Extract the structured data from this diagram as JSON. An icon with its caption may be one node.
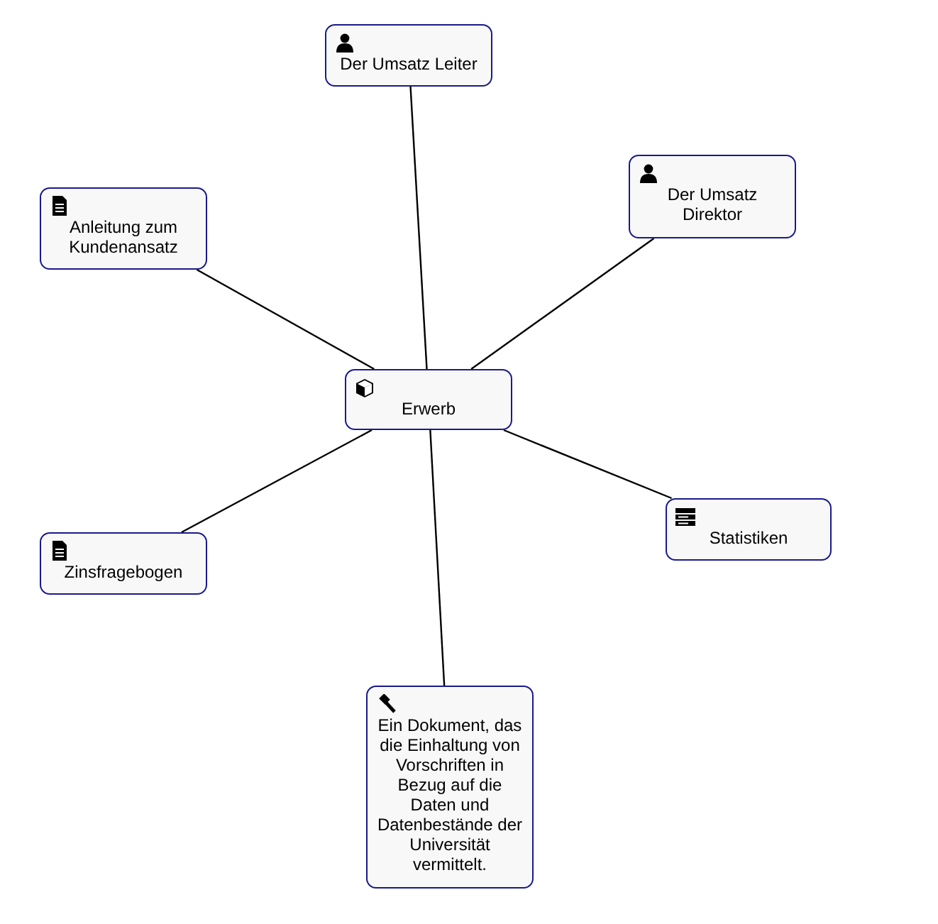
{
  "diagram": {
    "nodes": [
      {
        "text": [
          "Der Umsatz Leiter"
        ]
      },
      {
        "text": [
          "Anleitung zum Kundenansatz"
        ]
      },
      {
        "text": [
          "Der Umsatz Direktor"
        ]
      },
      {
        "text": [
          "Erwerb"
        ]
      },
      {
        "text": [
          "Statistiken"
        ]
      },
      {
        "text": [
          "Zinsfragebogen"
        ]
      },
      {
        "text": [
          "Ein Dokument, das die Einhaltung von Vorschriften in Bezug auf die Daten und Datenbestände der Universität vermittelt."
        ]
      }
    ],
    "edges": [
      {
        "from": 3,
        "to": 0,
        "arrow": "none"
      },
      {
        "from": 3,
        "to": 1,
        "arrow": "none"
      },
      {
        "from": 3,
        "to": 2,
        "arrow": "none"
      },
      {
        "from": 3,
        "to": 4,
        "arrow": "none"
      },
      {
        "from": 3,
        "to": 5,
        "arrow": "none"
      },
      {
        "from": 3,
        "to": 6,
        "arrow": "none"
      }
    ]
  }
}
